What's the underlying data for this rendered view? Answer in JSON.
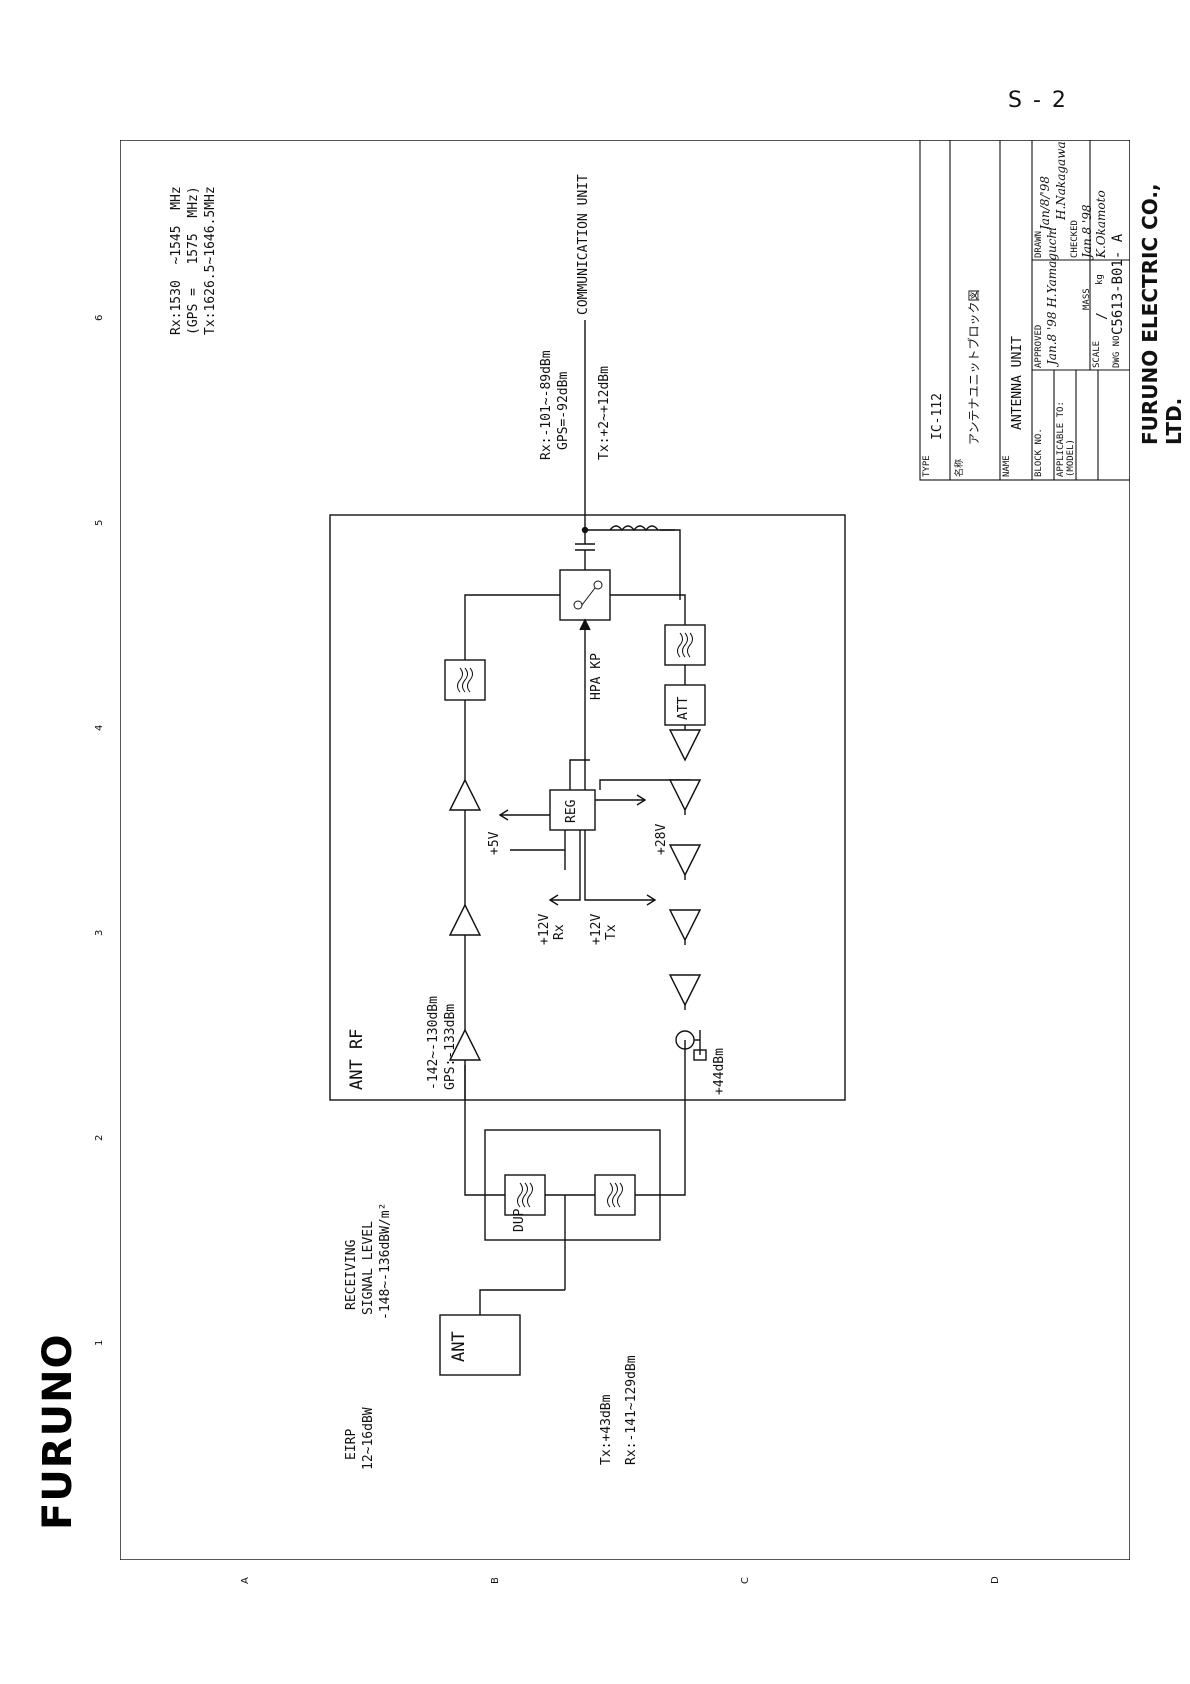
{
  "page_number": "S - 2",
  "logo": "FURUNO",
  "company": "FURUNO ELECTRIC CO., LTD.",
  "grid": {
    "letters": [
      "A",
      "B",
      "C",
      "D"
    ],
    "numbers": [
      "1",
      "2",
      "3",
      "4",
      "5",
      "6"
    ]
  },
  "frequencies": {
    "rx": "Rx:1530  ~1545  MHz",
    "gps": "(GPS =   1575  MHz)",
    "tx": "Tx:1626.5~1646.5MHz"
  },
  "eirp": {
    "label": "EIRP",
    "value": "12~16dBW"
  },
  "receiving": {
    "line1": "RECEIVING",
    "line2": "SIGNAL LEVEL",
    "line3": "-148~-136dBW/m²"
  },
  "ant_levels": {
    "tx": "Tx:+43dBm",
    "rx": "Rx:-141~129dBm"
  },
  "comm_unit": {
    "label": "COMMUNICATION UNIT",
    "rx": "Rx:-101~-89dBm",
    "gps": "GPS=-92dBm",
    "tx": "Tx:+2~+12dBm"
  },
  "blocks": {
    "ant": "ANT",
    "dup": "DUP",
    "ant_rf": "ANT RF",
    "reg": "REG",
    "att": "ATT",
    "hpa_kp": "HPA KP"
  },
  "rf_levels": {
    "rx_in": "-142~-130dBm",
    "gps_in": "GPS:-133dBm",
    "tx_out": "+44dBm"
  },
  "power": {
    "v5": "+5V",
    "v28": "+28V",
    "v12rx_a": "+12V",
    "v12rx_b": "Rx",
    "v12tx_a": "+12V",
    "v12tx_b": "Tx"
  },
  "title_block": {
    "type_label": "TYPE",
    "type_value": "IC-112",
    "name_jp_label": "名称",
    "name_jp_value": "アンテナユニットブロック図",
    "name_label": "NAME",
    "name_value": "ANTENNA UNIT",
    "block_label": "BLOCK NO.",
    "applicable_label": "APPLICABLE TO:",
    "model_label": "(MODEL)",
    "drawn_label": "DRAWN",
    "drawn_date": "Jan/8/'98",
    "drawn_by": "H.Nakagawa",
    "checked_label": "CHECKED",
    "checked_value": "Jan.8 '98 K.Okamoto",
    "approved_label": "APPROVED",
    "approved_value": "Jan.8 '98 H.Yamaguchi",
    "scale_label": "SCALE",
    "scale_value": "/",
    "mass_label": "MASS",
    "mass_unit": "kg",
    "dwg_label": "DWG NO.",
    "dwg_value": "C5613-B01- A"
  }
}
